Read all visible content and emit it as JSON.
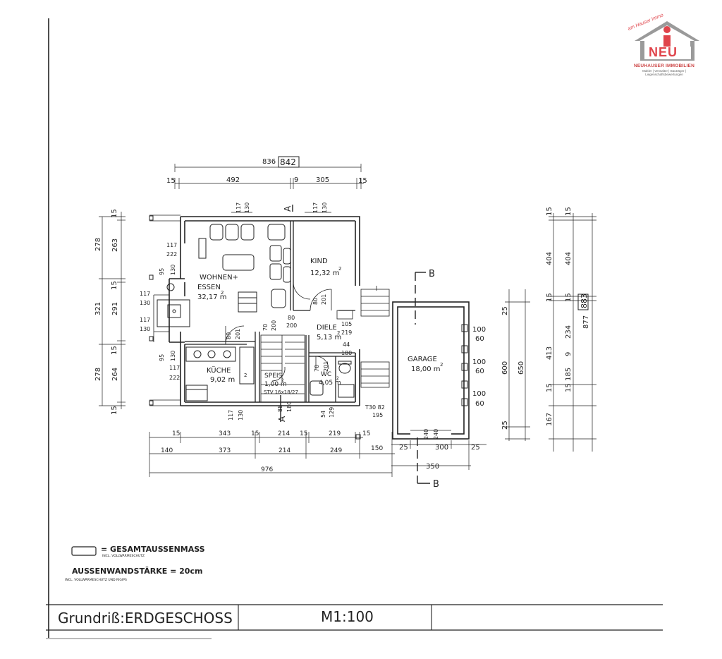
{
  "logo": {
    "tagline": "am Hauser Immo",
    "letter": "NEU",
    "name": "NEUHAUSER IMMOBILIEN",
    "subline": "Makler | Verwalter | Bauträger | Liegenschaftsbewertungen",
    "colors": {
      "red": "#e0444b",
      "gray": "#9a9a9a"
    }
  },
  "rooms": {
    "wohnen": {
      "name": "WOHNEN+",
      "name2": "ESSEN",
      "area": "32,17 m",
      "sup": "2"
    },
    "kind": {
      "name": "KIND",
      "area": "12,32 m",
      "sup": "2"
    },
    "diele": {
      "name": "DIELE",
      "area": "5,13 m",
      "sup": "2"
    },
    "kueche": {
      "name": "KÜCHE",
      "area": "9,02 m",
      "sup": "2"
    },
    "speis": {
      "name": "SPEIS",
      "area": "1,00 m",
      "sup": "2"
    },
    "wc": {
      "name": "WC",
      "area": "4,05 m",
      "sup": "2"
    },
    "garage": {
      "name": "GARAGE",
      "area": "18,00 m",
      "sup": "2"
    },
    "stv": "STV 16x18/27"
  },
  "sections": {
    "a": "A",
    "b": "B"
  },
  "dims": {
    "top_total_a": "836",
    "top_total_b": "842",
    "top_row": [
      "15",
      "492",
      "9",
      "305",
      "15"
    ],
    "top_openings_a": [
      "117",
      "130"
    ],
    "top_openings_b": [
      "117",
      "130"
    ],
    "left_outer": [
      "278",
      "321",
      "278"
    ],
    "left_inner": [
      "263",
      "291",
      "264"
    ],
    "left_small": [
      "15",
      "15",
      "15",
      "15"
    ],
    "left_windows": [
      "117",
      "222",
      "95",
      "130",
      "117",
      "130",
      "117",
      "130",
      "95",
      "130",
      "117",
      "222"
    ],
    "door_wohnen": [
      "80",
      "201"
    ],
    "door_stair": [
      "70",
      "200"
    ],
    "door_diele": [
      "80",
      "200"
    ],
    "door_kind": [
      "80",
      "201"
    ],
    "diele_dims": [
      "105",
      "219",
      "44",
      "180"
    ],
    "wc_dims": [
      "70",
      "201"
    ],
    "bottom_wc": [
      "54",
      "129"
    ],
    "bottom_speis": [
      "88",
      "180"
    ],
    "bottom_kueche": [
      "117",
      "130"
    ],
    "t30": [
      "T30 82",
      "195"
    ],
    "bottom_row1": [
      "15",
      "343",
      "15",
      "214",
      "15",
      "219",
      "15"
    ],
    "bottom_row2": [
      "140",
      "373",
      "214",
      "249",
      "150"
    ],
    "bottom_total": "976",
    "garage_bottom": [
      "25",
      "300",
      "25"
    ],
    "garage_total": "350",
    "garage_door": [
      "240",
      "240"
    ],
    "garage_windows": [
      "100",
      "60",
      "100",
      "60",
      "100",
      "60"
    ],
    "garage_side": [
      "25",
      "600",
      "650",
      "25"
    ],
    "right_col1": [
      "15",
      "404",
      "15",
      "413",
      "15",
      "167"
    ],
    "right_col2": [
      "15",
      "404",
      "15",
      "234",
      "9",
      "185",
      "15"
    ],
    "right_total_a": "877",
    "right_total_b": "883"
  },
  "legend": {
    "line1": "= GESAMTAUSSENMASS",
    "line1_sub": "INCL. VOLLWÄRMESCHUTZ",
    "line2": "AUSSENWANDSTÄRKE = 20cm",
    "line2_sub": "INCL. VOLLWÄRMESCHUTZ UND RIGIPS"
  },
  "title_block": {
    "left": "Grundriß:ERDGESCHOSS",
    "scale": "M1:100"
  }
}
